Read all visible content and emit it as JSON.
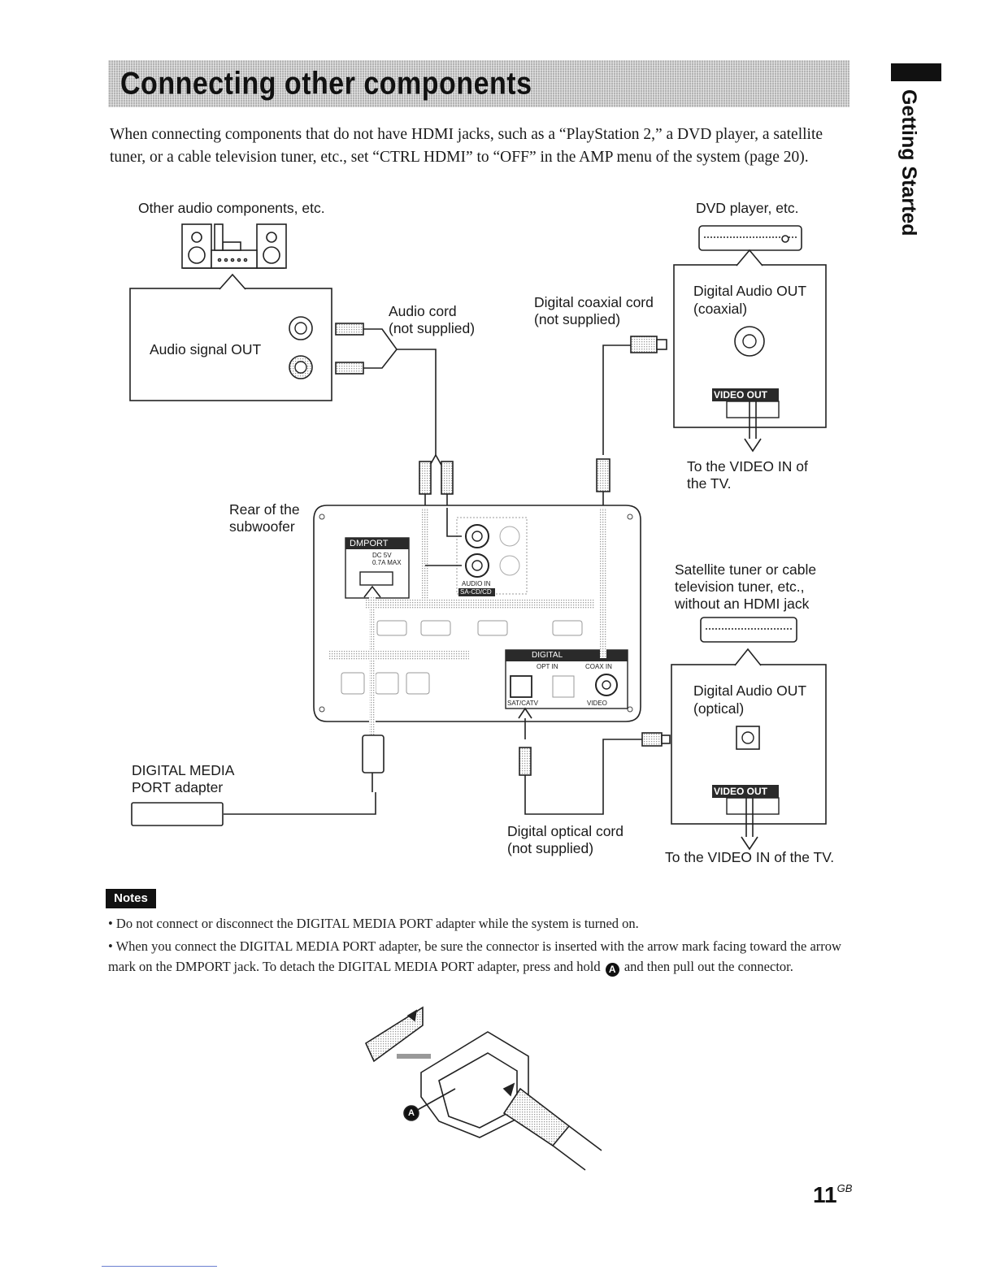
{
  "header": {
    "title": "Connecting other components",
    "side_tab": "Getting Started"
  },
  "intro": "When connecting components that do not have HDMI jacks, such as a “PlayStation 2,” a DVD player, a satellite tuner, or a cable television tuner, etc., set “CTRL HDMI” to “OFF” in the AMP menu of the system (page 20).",
  "diagram": {
    "other_audio": "Other audio components, etc.",
    "dvd_player": "DVD player, etc.",
    "audio_signal_out": "Audio signal OUT",
    "audio_cord": "Audio cord",
    "audio_cord_note": "(not supplied)",
    "coax_cord": "Digital coaxial cord",
    "coax_cord_note": "(not supplied)",
    "digital_audio_out_1": "Digital Audio OUT",
    "coaxial": "(coaxial)",
    "video_out_1": "VIDEO OUT",
    "to_video_in_1a": "To the VIDEO IN of",
    "to_video_in_1b": "the TV.",
    "rear_1": "Rear of the",
    "rear_2": "subwoofer",
    "dmport": "DMPORT",
    "dmport_spec_1": "DC 5V",
    "dmport_spec_2": "0.7A MAX",
    "audio_in": "AUDIO IN",
    "sa_cd": "SA-CD/CD",
    "digital_badge": "DIGITAL",
    "opt_in": "OPT IN",
    "coax_in": "COAX IN",
    "sat_catv": "SAT/CATV",
    "video": "VIDEO",
    "sat_1": "Satellite tuner or cable",
    "sat_2": "television tuner, etc.,",
    "sat_3": "without an HDMI jack",
    "digital_audio_out_2": "Digital Audio OUT",
    "optical": "(optical)",
    "video_out_2": "VIDEO OUT",
    "dmp_adapter_1": "DIGITAL MEDIA",
    "dmp_adapter_2": "PORT adapter",
    "opt_cord": "Digital optical cord",
    "opt_cord_note": "(not supplied)",
    "to_video_in_2": "To the VIDEO IN of the TV."
  },
  "notes": {
    "badge": "Notes",
    "item1": "• Do not connect or disconnect the DIGITAL MEDIA PORT adapter while the system is turned on.",
    "item2_a": "• When you connect the DIGITAL MEDIA PORT adapter, be sure the connector is inserted with the arrow mark facing toward the arrow mark on the DMPORT jack. To detach the DIGITAL MEDIA PORT adapter, press and hold",
    "item2_marker": "A",
    "item2_b": "and then pull out the connector.",
    "callout": "A"
  },
  "footer": {
    "page": "11",
    "suffix": "GB"
  }
}
